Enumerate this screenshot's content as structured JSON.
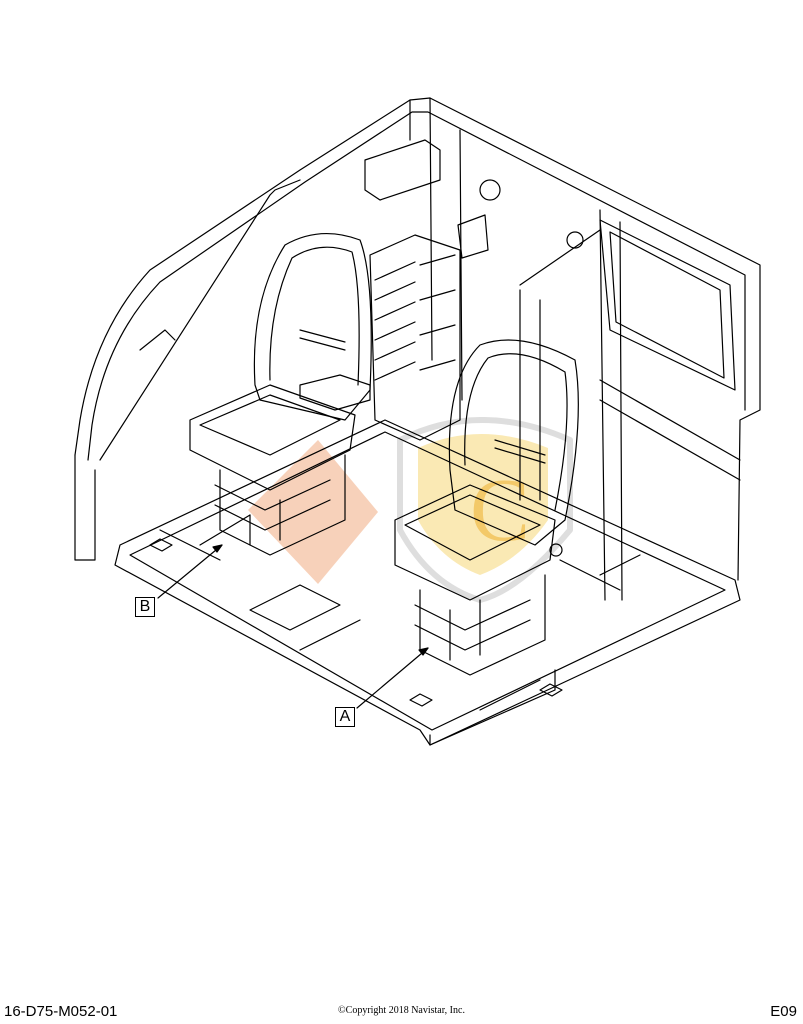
{
  "callouts": {
    "a": "A",
    "b": "B"
  },
  "footer": {
    "figure_id": "16-D75-M052-01",
    "copyright": "©Copyright 2018 Navistar, Inc.",
    "page_code": "E09"
  },
  "watermark": {
    "colors": {
      "orange": "#f2b48c",
      "yellow": "#f7dc8a"
    }
  }
}
